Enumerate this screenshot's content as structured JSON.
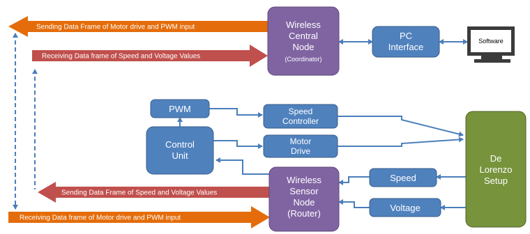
{
  "nodes": {
    "wireless_central_node": {
      "lines": [
        "Wireless",
        "Central",
        "Node"
      ],
      "sub": "(Coordinator)",
      "color": "#8064a2"
    },
    "pc_interface": {
      "lines": [
        "PC",
        "Interface"
      ],
      "color": "#4f81bd"
    },
    "software": {
      "label": "Software"
    },
    "pwm": {
      "lines": [
        "PWM"
      ],
      "color": "#4f81bd"
    },
    "speed_controller": {
      "lines": [
        "Speed",
        "Controller"
      ],
      "color": "#4f81bd"
    },
    "control_unit": {
      "lines": [
        "Control",
        "Unit"
      ],
      "color": "#4f81bd"
    },
    "motor_drive": {
      "lines": [
        "Motor",
        "Drive"
      ],
      "color": "#4f81bd"
    },
    "de_lorenzo_setup": {
      "lines": [
        "De",
        "Lorenzo",
        "Setup"
      ],
      "color": "#77933c"
    },
    "wireless_sensor_node": {
      "lines": [
        "Wireless",
        "Sensor",
        "Node",
        "(Router)"
      ],
      "color": "#8064a2"
    },
    "speed": {
      "lines": [
        "Speed"
      ],
      "color": "#4f81bd"
    },
    "voltage": {
      "lines": [
        "Voltage"
      ],
      "color": "#4f81bd"
    }
  },
  "block_arrows": {
    "top_send": {
      "label": "Sending Data Frame  of Motor drive and PWM input",
      "color": "#e46c0a"
    },
    "top_receive": {
      "label": "Receiving Data frame of Speed and Voltage Values",
      "color": "#c0504d"
    },
    "bottom_send": {
      "label": "Sending Data Frame  of Speed and Voltage Values",
      "color": "#c0504d"
    },
    "bottom_receive": {
      "label": "Receiving Data frame of Motor drive and PWM input",
      "color": "#e46c0a"
    }
  },
  "connector_color": "#4a7ebb"
}
